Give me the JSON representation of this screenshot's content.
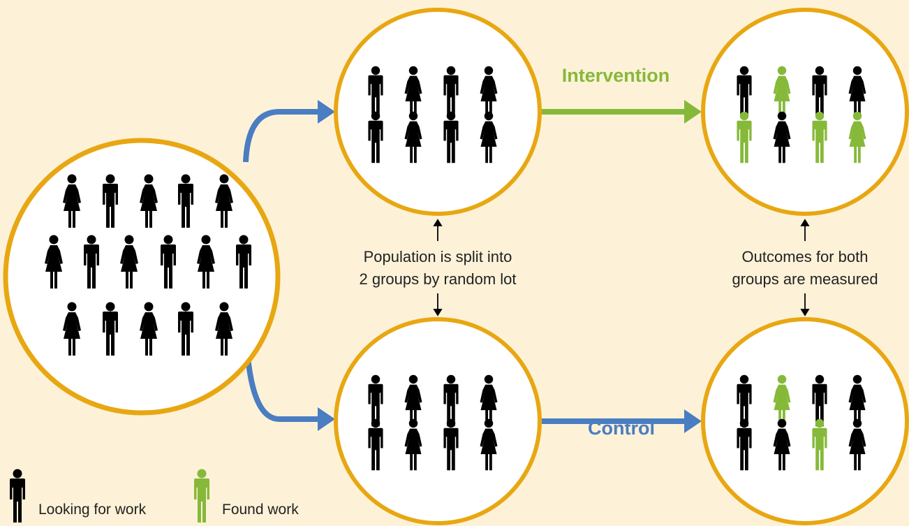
{
  "labels": {
    "intervention": "Intervention",
    "control": "Control",
    "split_line1": "Population is split into",
    "split_line2": "2 groups by random lot",
    "measure_line1": "Outcomes for both",
    "measure_line2": "groups are measured"
  },
  "legend": {
    "looking": "Looking for work",
    "found": "Found work"
  },
  "colors": {
    "background": "#fdf2d8",
    "circle_stroke": "#e8a712",
    "circle_fill": "#ffffff",
    "arrow_blue": "#4a7dc1",
    "intervention_green": "#86b93a",
    "control_blue": "#4a7dc1",
    "person_default": "#000000",
    "person_found": "#86b93a"
  },
  "groups": {
    "population": {
      "rows": [
        [
          "woman",
          "man",
          "woman",
          "man",
          "woman"
        ],
        [
          "woman",
          "man",
          "woman",
          "man",
          "woman",
          "man"
        ],
        [
          "woman",
          "man",
          "woman",
          "man",
          "woman"
        ]
      ]
    },
    "intervention_start": {
      "rows": [
        [
          "man",
          "woman",
          "man",
          "woman"
        ],
        [
          "man",
          "woman",
          "man",
          "woman"
        ]
      ],
      "found": [
        [
          false,
          false,
          false,
          false
        ],
        [
          false,
          false,
          false,
          false
        ]
      ]
    },
    "intervention_end": {
      "rows": [
        [
          "man",
          "woman",
          "man",
          "woman"
        ],
        [
          "man",
          "woman",
          "man",
          "woman"
        ]
      ],
      "found": [
        [
          false,
          true,
          false,
          false
        ],
        [
          true,
          false,
          true,
          true
        ]
      ]
    },
    "control_start": {
      "rows": [
        [
          "man",
          "woman",
          "man",
          "woman"
        ],
        [
          "man",
          "woman",
          "man",
          "woman"
        ]
      ],
      "found": [
        [
          false,
          false,
          false,
          false
        ],
        [
          false,
          false,
          false,
          false
        ]
      ]
    },
    "control_end": {
      "rows": [
        [
          "man",
          "woman",
          "man",
          "woman"
        ],
        [
          "man",
          "woman",
          "man",
          "woman"
        ]
      ],
      "found": [
        [
          false,
          true,
          false,
          false
        ],
        [
          false,
          false,
          true,
          false
        ]
      ]
    }
  }
}
